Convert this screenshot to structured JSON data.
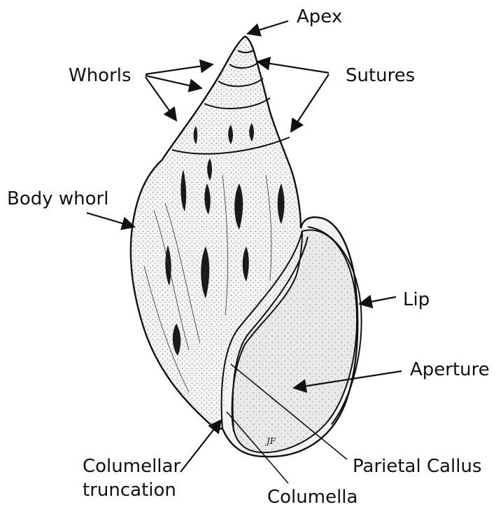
{
  "labels": {
    "apex": "Apex",
    "whorls": "Whorls",
    "sutures": "Sutures",
    "body_whorl": "Body whorl",
    "lip": "Lip",
    "aperture": "Aperture",
    "parietal_callus": "Parietal Callus",
    "columellar_truncation_line1": "Columellar",
    "columellar_truncation_line2": "truncation",
    "columella": "Columella"
  },
  "signature": "JF",
  "colors": {
    "ink": "#111111",
    "paper": "#ffffff",
    "shell_fill": "#f3f3f3"
  }
}
